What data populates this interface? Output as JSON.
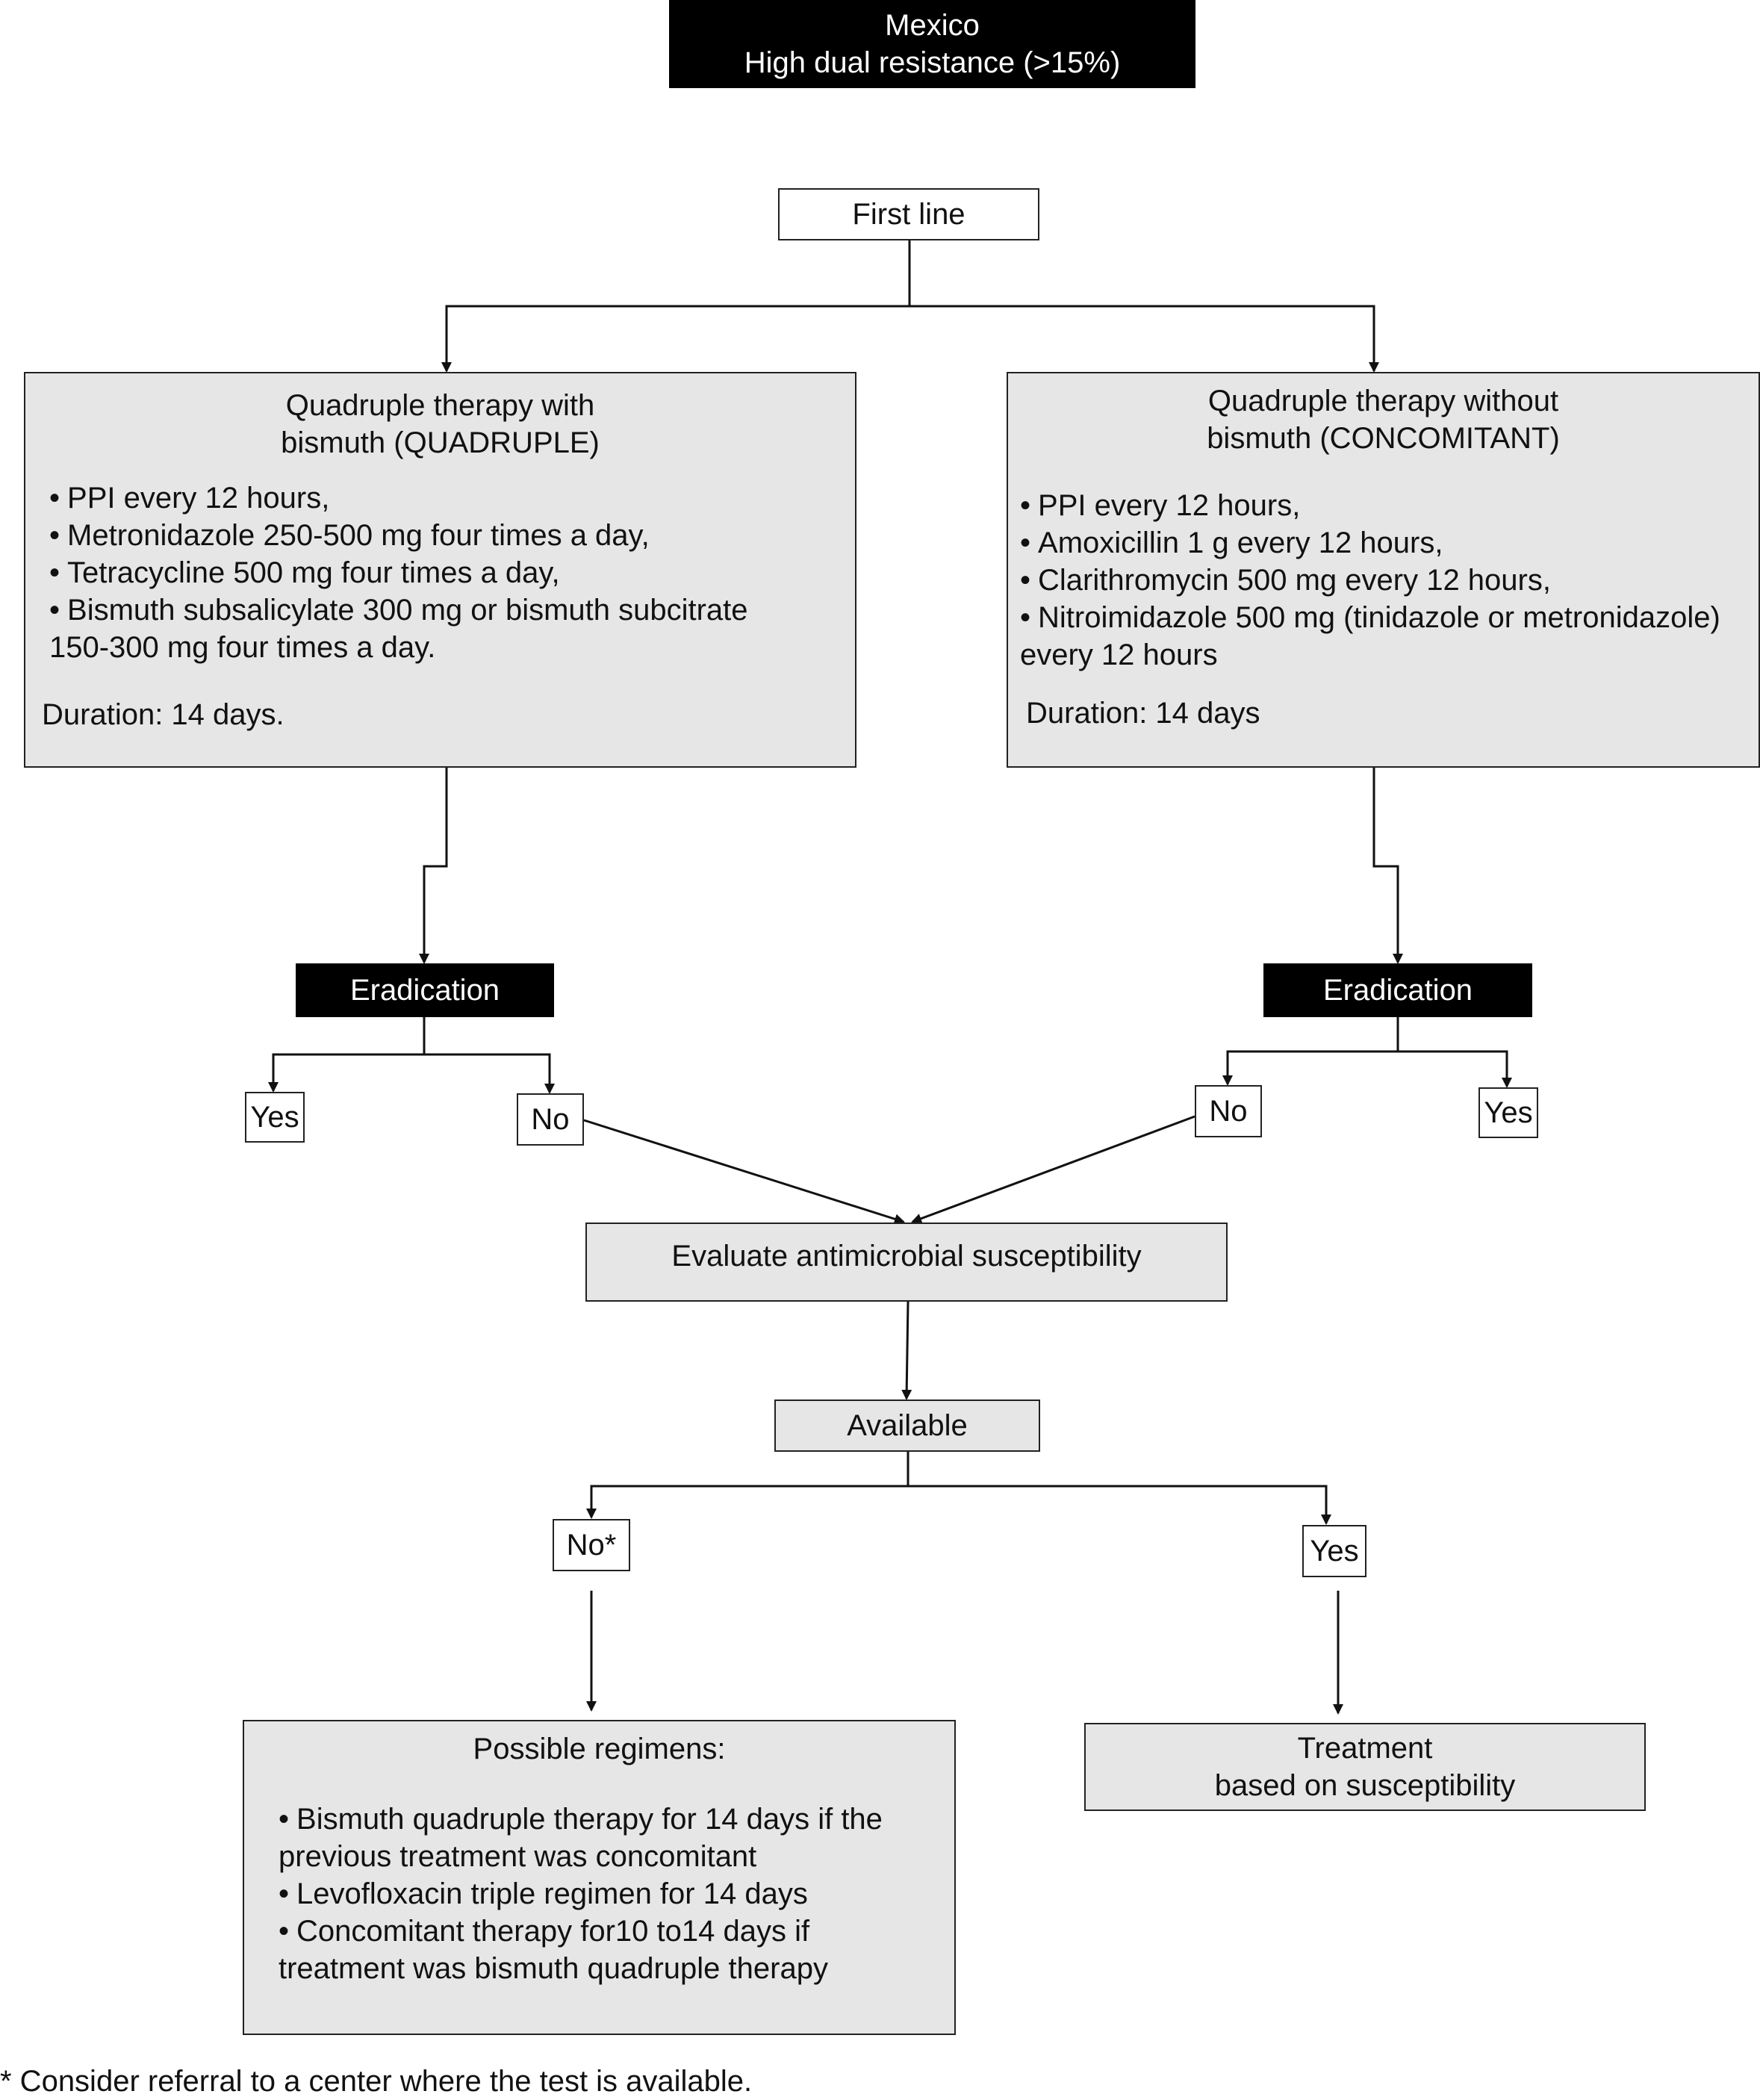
{
  "header": {
    "line1": "Mexico",
    "line2": "High dual resistance (>15%)"
  },
  "first_line": "First line",
  "left_therapy": {
    "title_line1": "Quadruple therapy with",
    "title_line2": "bismuth (QUADRUPLE)",
    "items": [
      "PPI every 12 hours,",
      "Metronidazole 250-500 mg four times a day,",
      "Tetracycline 500 mg four times a day,",
      "Bismuth subsalicylate 300 mg or bismuth subcitrate",
      "150-300 mg four times a day."
    ],
    "duration": "Duration: 14 days."
  },
  "right_therapy": {
    "title_line1": "Quadruple therapy without",
    "title_line2": "bismuth  (CONCOMITANT)",
    "items": [
      "PPI every 12 hours,",
      "Amoxicillin 1 g every 12 hours,",
      "Clarithromycin 500 mg every 12 hours,",
      "Nitroimidazole 500 mg (tinidazole or metronidazole)",
      "every 12 hours"
    ],
    "duration": "Duration: 14 days"
  },
  "eradication_left": "Eradication",
  "eradication_right": "Eradication",
  "yes_left": "Yes",
  "no_left": "No",
  "no_right": "No",
  "yes_right": "Yes",
  "evaluate": "Evaluate antimicrobial susceptibility",
  "available": "Available",
  "no_star": "No*",
  "yes_available": "Yes",
  "possible_regimens": {
    "title": "Possible regimens:",
    "items": [
      "Bismuth quadruple therapy for 14 days if the",
      "previous treatment was concomitant",
      "Levofloxacin triple regimen for 14 days",
      "Concomitant therapy for10 to14 days if",
      "treatment was bismuth quadruple therapy"
    ]
  },
  "treatment": {
    "line1": "Treatment",
    "line2": "based on susceptibility"
  },
  "footnote": "* Consider referral to a center where the test is available."
}
